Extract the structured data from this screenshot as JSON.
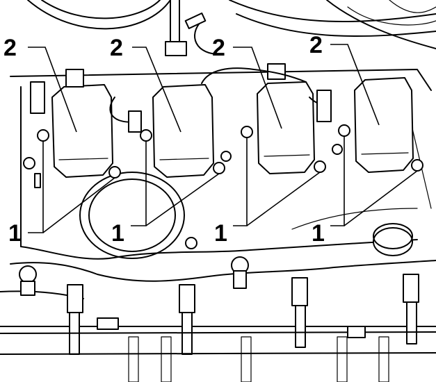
{
  "callouts": {
    "top": [
      "2",
      "2",
      "2",
      "2"
    ],
    "bottom": [
      "1",
      "1",
      "1",
      "1"
    ]
  },
  "parts": {
    "ignition_coil_count": 4,
    "coil_bolt_count": 8
  }
}
